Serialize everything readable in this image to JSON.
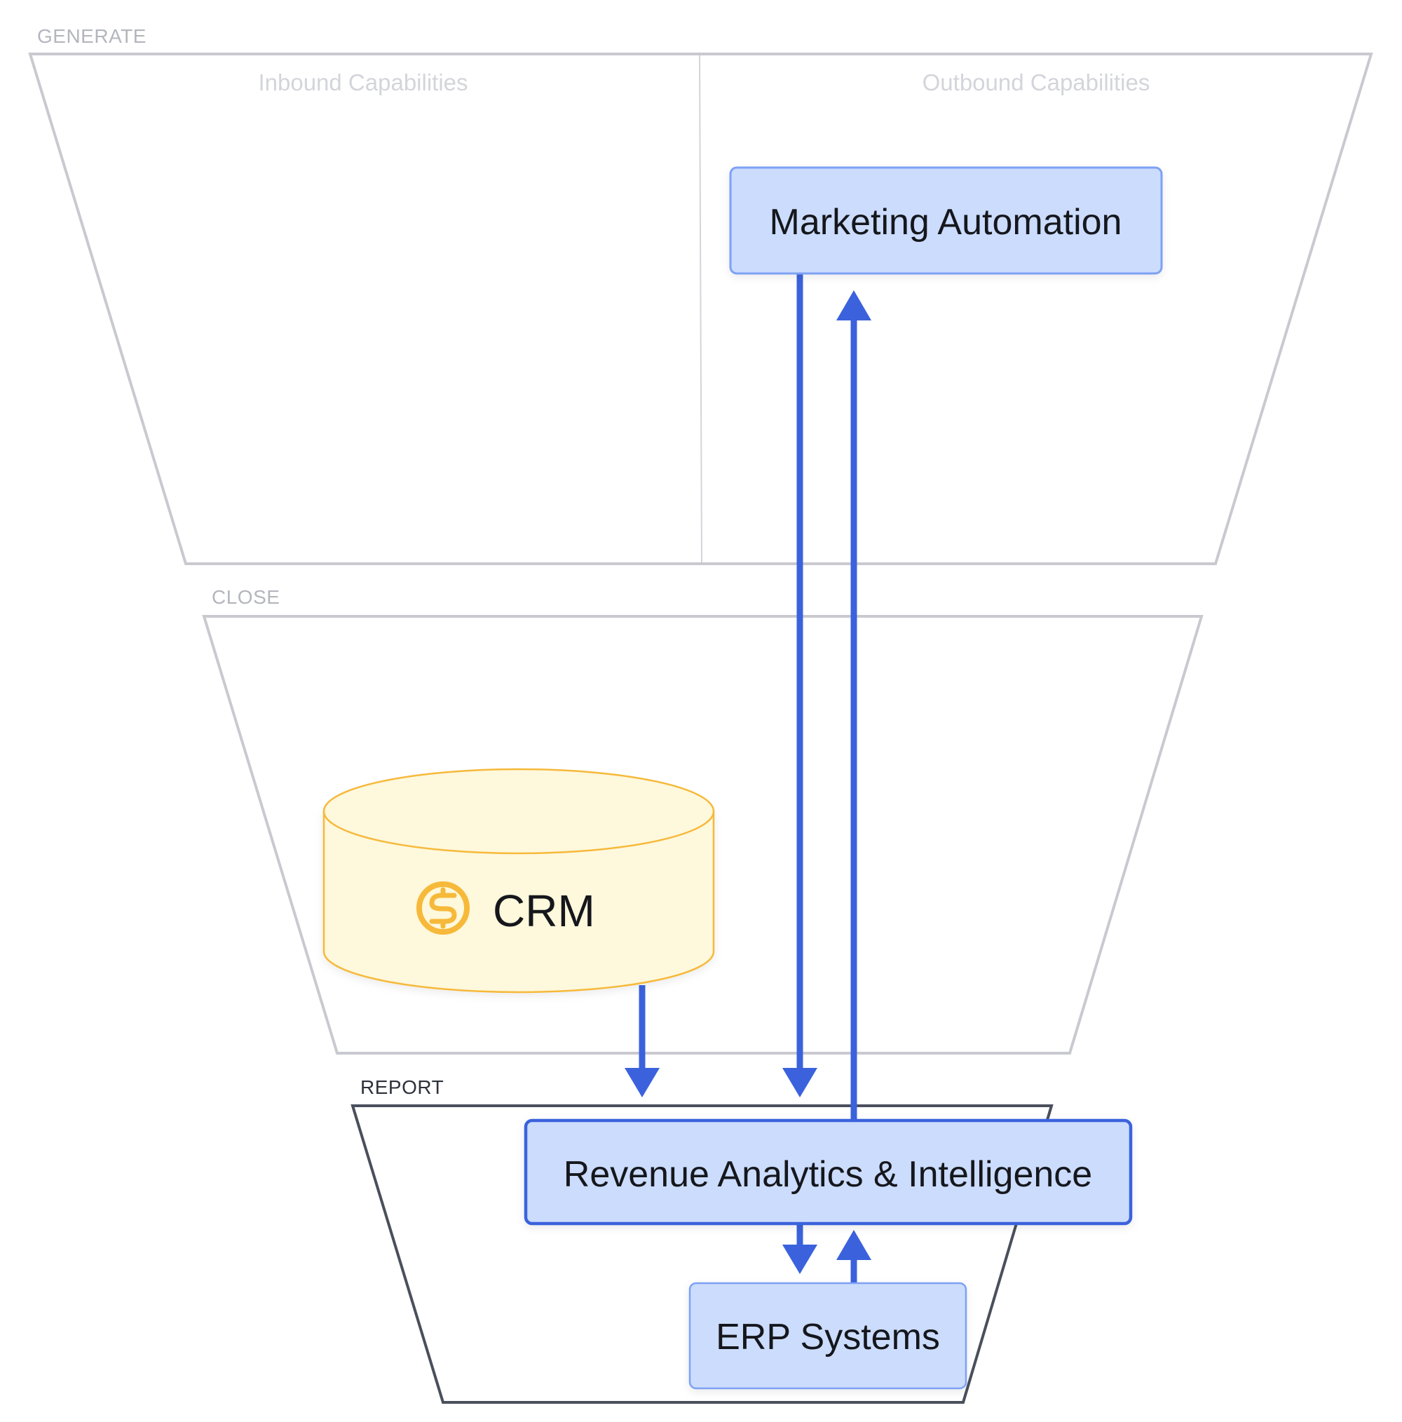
{
  "colors": {
    "stage_outline_muted": "#c9cad0",
    "stage_outline_active": "#4a4f5c",
    "stage_label_muted": "#b4b6bd",
    "stage_label_active": "#2d313b",
    "column_label": "#d3d5da",
    "node_fill": "#cbdcfd",
    "node_border": "#7ea1f5",
    "node_border_active": "#3a62dd",
    "arrow": "#3b62dc",
    "db_fill": "#fef8dc",
    "db_border": "#f6b93a",
    "coin_icon": "#f6b93a",
    "text": "#15171c"
  },
  "stages": [
    {
      "id": "generate",
      "label": "GENERATE",
      "active": false,
      "columns": [
        "Inbound Capabilities",
        "Outbound Capabilities"
      ]
    },
    {
      "id": "close",
      "label": "CLOSE",
      "active": false
    },
    {
      "id": "report",
      "label": "REPORT",
      "active": true
    }
  ],
  "nodes": {
    "marketing_automation": {
      "label": "Marketing Automation",
      "stage": "generate",
      "column": "Outbound Capabilities"
    },
    "crm": {
      "label": "CRM",
      "stage": "close",
      "shape": "database",
      "icon": "dollar-coin-icon"
    },
    "revenue_analytics": {
      "label": "Revenue Analytics & Intelligence",
      "stage": "report",
      "selected": true
    },
    "erp_systems": {
      "label": "ERP Systems",
      "stage": "report"
    }
  },
  "edges": [
    {
      "from": "crm",
      "to": "revenue_analytics"
    },
    {
      "from": "marketing_automation",
      "to": "revenue_analytics"
    },
    {
      "from": "revenue_analytics",
      "to": "marketing_automation"
    },
    {
      "from": "revenue_analytics",
      "to": "erp_systems"
    },
    {
      "from": "erp_systems",
      "to": "revenue_analytics"
    }
  ]
}
